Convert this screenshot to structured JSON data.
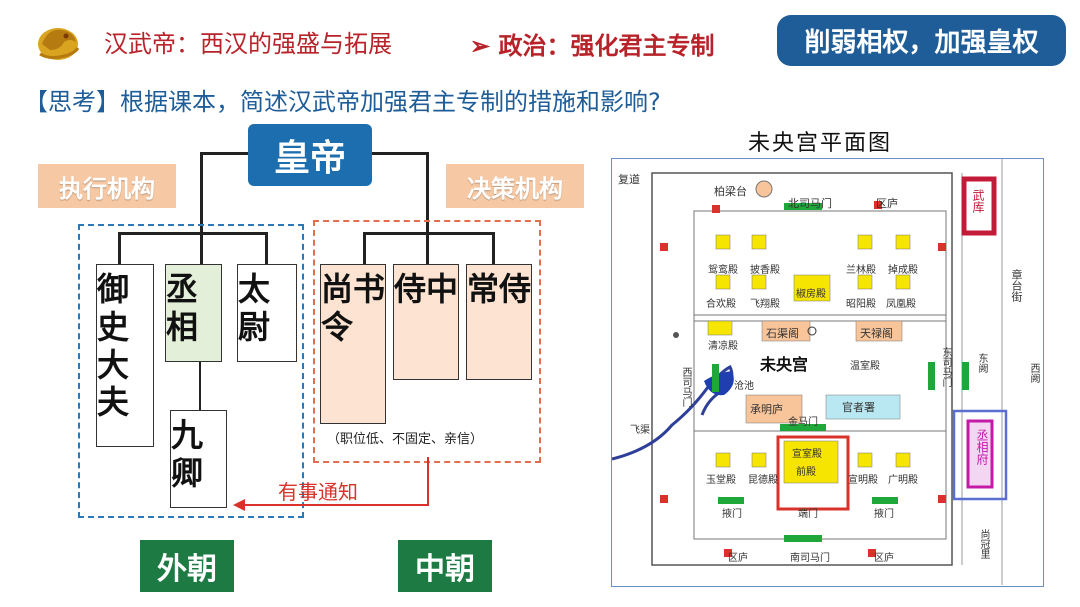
{
  "header": {
    "title": "汉武帝：西汉的强盛与拓展",
    "subtitle": "➢ 政治：强化君主专制",
    "tag": "削弱相权，加强皇权"
  },
  "question": "【思考】根据课本，简述汉武帝加强君主专制的措施和影响?",
  "diagram": {
    "emperor": "皇帝",
    "exec_label": "执行机构",
    "decision_label": "决策机构",
    "outer": {
      "yushi": "御史大夫",
      "chengxiang": "丞相",
      "taiwei": "太尉",
      "jiuqing": "九卿"
    },
    "inner": {
      "shangshuling": "尚书令",
      "shizhong": "侍中",
      "changshi": "常侍"
    },
    "inner_note": "（职位低、不固定、亲信）",
    "notify": "有事通知",
    "outer_court": "外朝",
    "inner_court": "中朝",
    "colors": {
      "blue": "#1c6eae",
      "green": "#1e7a43",
      "peach": "#f6c8a3",
      "red": "#d8322a"
    }
  },
  "map": {
    "title": "未央宫平面图",
    "fudao": "复道",
    "boliangtai": "柏梁台",
    "beisimamen": "北司马门",
    "wuku": "武库",
    "zhangtaijie": "章台街",
    "qulu": "区庐",
    "yuanluan": "鸳鸾殿",
    "pixiang": "披香殿",
    "jiaofang": "椒房殿",
    "lanlin": "兰林殿",
    "bocheng": "掉成殿",
    "hehuan": "合欢殿",
    "feixiang": "飞翔殿",
    "zhaoyang": "昭阳殿",
    "fenghuang": "凤凰殿",
    "qingliang": "清凉殿",
    "shiqu": "石渠阁",
    "tianlu": "天禄阁",
    "weiyang": "未央宫",
    "wenshi": "温室殿",
    "dongsimamen": "东司马门",
    "dongque": "东阙",
    "xique": "西阙",
    "xisimamen": "西司马门",
    "cangchi": "沧池",
    "chengminglu": "承明庐",
    "guanzheshu": "官者署",
    "jinmamen": "金马门",
    "chengxiangfu": "丞相府",
    "feiqu": "飞渠",
    "xuanshi": "宣室殿",
    "qiandian": "前殿",
    "yutang": "玉堂殿",
    "kunde": "昆德殿",
    "xuanming": "宣明殿",
    "guangming": "广明殿",
    "yemen": "掖门",
    "duanmen": "端门",
    "nansimamen": "南司马门",
    "shangguanli": "尚冠里"
  }
}
